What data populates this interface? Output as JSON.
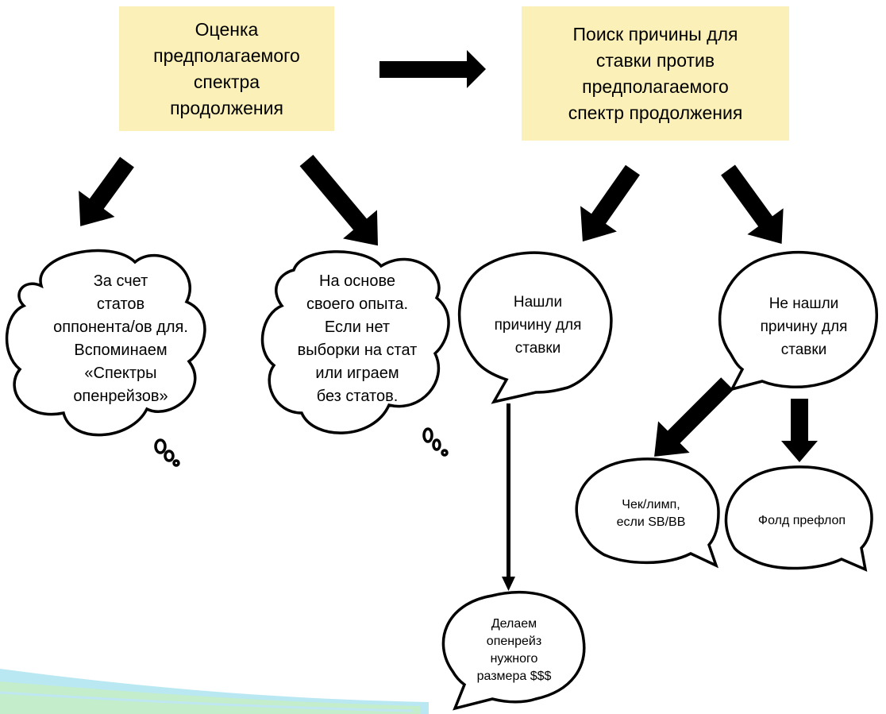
{
  "colors": {
    "box_fill": "#fbf0b7",
    "stroke": "#000000",
    "arrow": "#000000",
    "swoosh_a": "#7fd6ea",
    "swoosh_b": "#c7eec2"
  },
  "boxes": {
    "estimate": "Оценка\nпредполагаемого\nспектра\nпродолжения",
    "search": "Поиск причины для\nставки против\nпредполагаемого\nспектр продолжения"
  },
  "thoughts": {
    "stats": "За счет\nстатов\nоппонента/ов для.\nВспоминаем\n«Спектры\nопенрейзов»",
    "experience": "На основе\nсвоего опыта.\nЕсли нет\nвыборки на стат\nили играем\nбез статов."
  },
  "bubbles": {
    "found": "Нашли\nпричину для\nставки",
    "not_found": "Не нашли\nпричину для\nставки",
    "open_raise": "Делаем\nопенрейз\nнужного\nразмера $$$",
    "check_limp": "Чек/лимп,\nесли SB/BB",
    "fold": "Фолд префлоп"
  }
}
